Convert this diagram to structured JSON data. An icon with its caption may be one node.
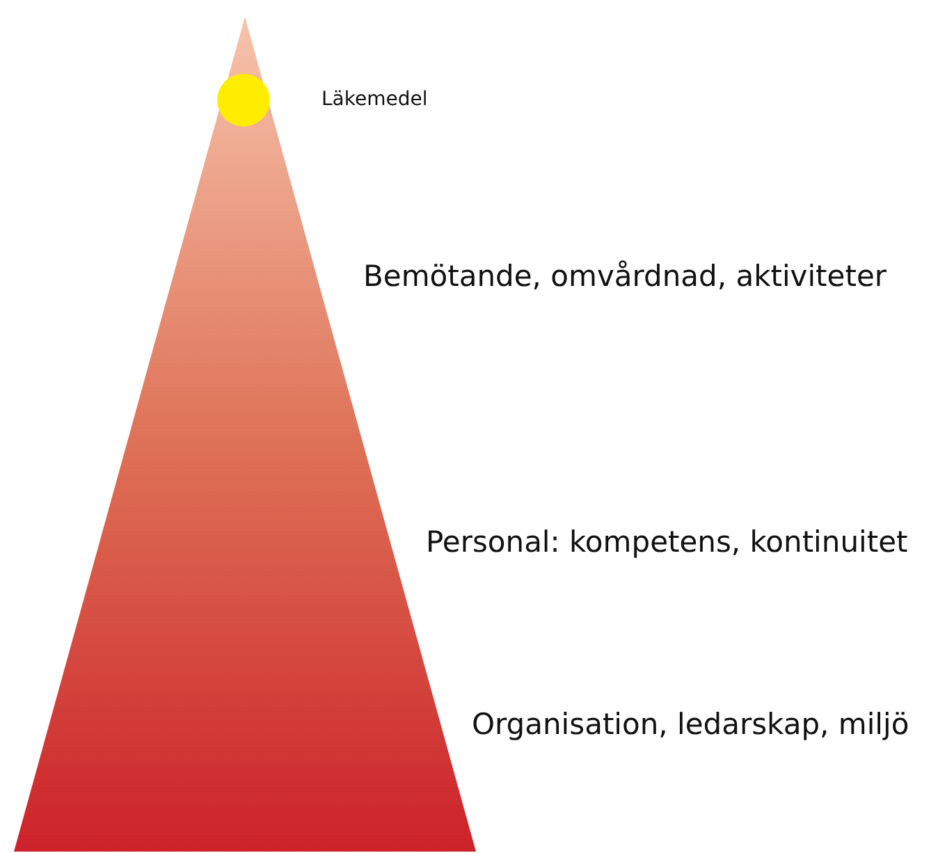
{
  "diagram": {
    "labels": [
      "Läkemedel",
      "Bemötande, omvårdnad, aktiviteter",
      "Personal: kompetens, kontinuitet",
      "Organisation, ledarskap, miljö"
    ]
  }
}
